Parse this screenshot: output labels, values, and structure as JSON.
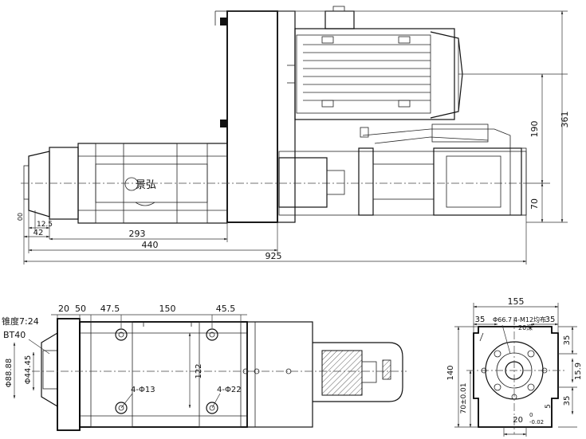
{
  "top_view": {
    "logo_text": "景弘",
    "dimensions": {
      "d361": "361",
      "d190": "190",
      "d70": "70",
      "d925": "925",
      "d440": "440",
      "d293": "293",
      "d42": "42",
      "d12_5": "12.5",
      "d00": "00"
    }
  },
  "side_view": {
    "labels": {
      "taper": "锥度7:24",
      "bt40": "BT40",
      "phi88": "Φ88.88",
      "phi44": "Φ44.45",
      "d122": "122",
      "holes13": "4-Φ13",
      "holes22": "4-Φ22"
    },
    "dimensions": {
      "d20": "20",
      "d50": "50",
      "d47_5": "47.5",
      "d150": "150",
      "d45_5": "45.5"
    }
  },
  "end_view": {
    "dimensions": {
      "d155": "155",
      "d35_left": "35",
      "d35_right": "35",
      "d35_r_top": "35",
      "d35_r_bot": "35",
      "d140": "140",
      "d70_tol": "70±0.01",
      "d15_9": "15.9",
      "d5": "5",
      "d20_tol": "20",
      "d20_tol_sup": "0",
      "d20_tol_sub": "-0.02"
    },
    "labels": {
      "phi66_7": "Φ66.7",
      "m12": "4-M12均布",
      "depth20": "20深"
    }
  }
}
